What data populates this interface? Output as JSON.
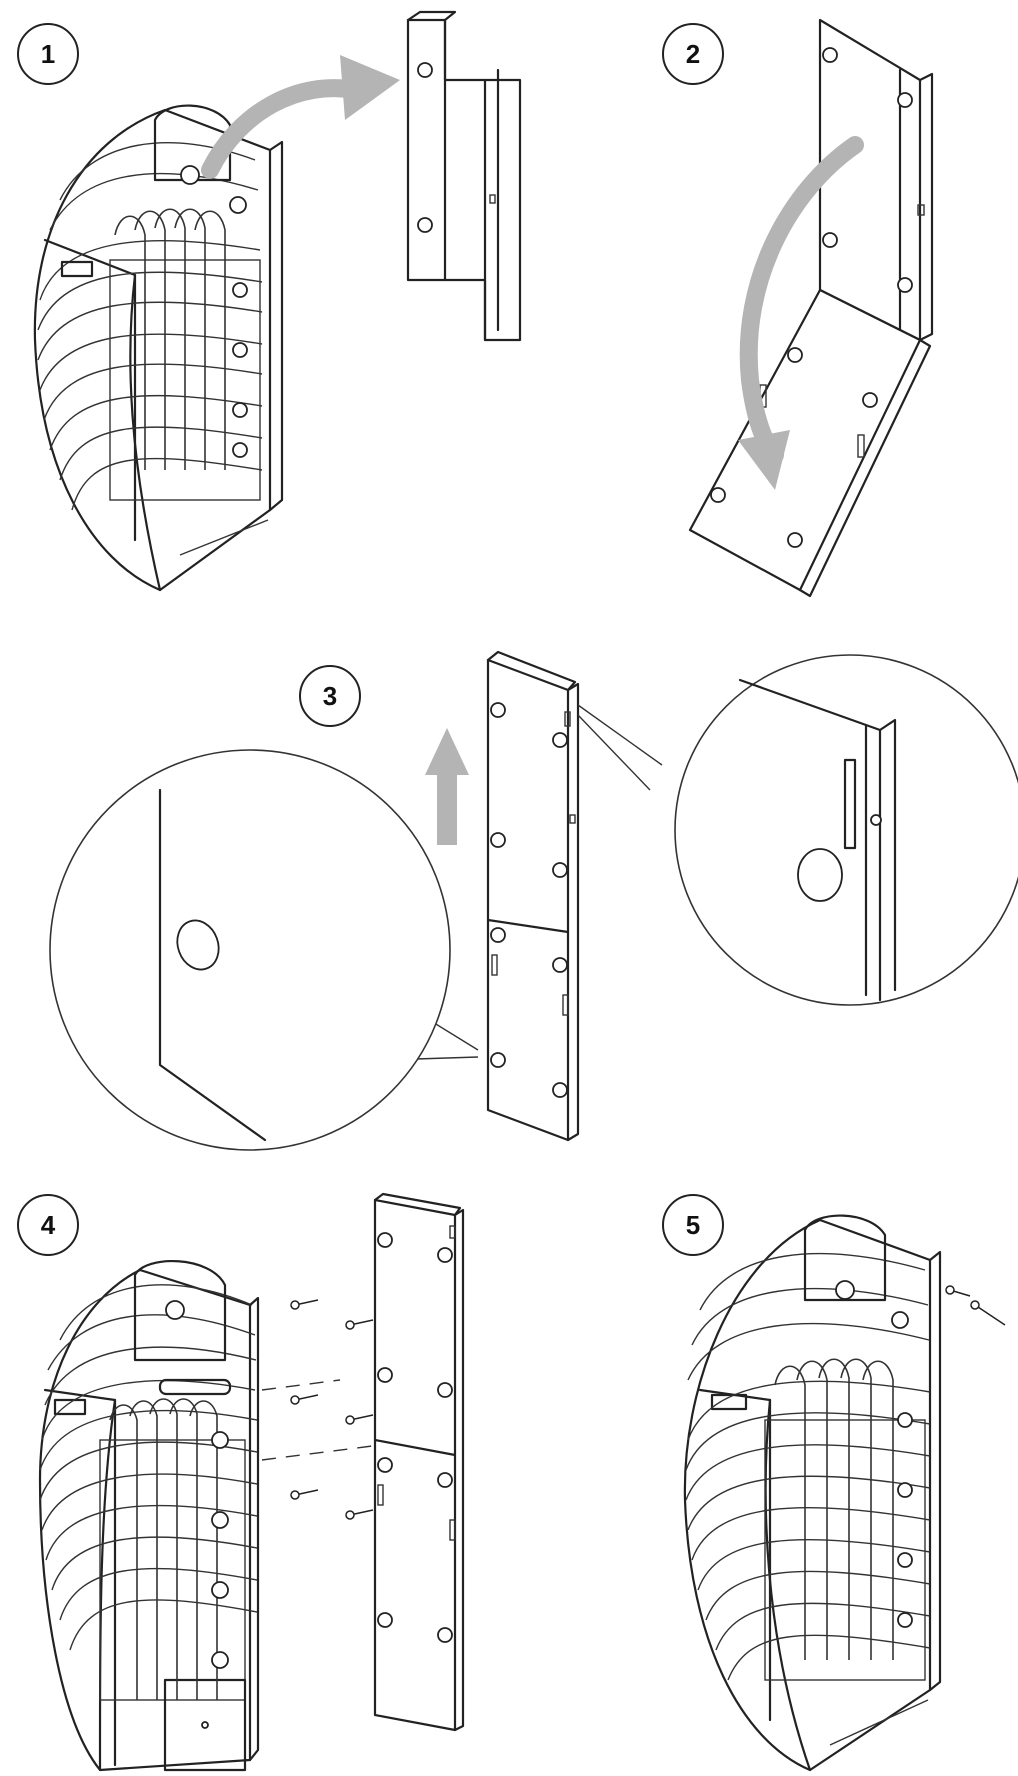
{
  "steps": [
    {
      "id": 1,
      "label": "1"
    },
    {
      "id": 2,
      "label": "2"
    },
    {
      "id": 3,
      "label": "3"
    },
    {
      "id": 4,
      "label": "4"
    },
    {
      "id": 5,
      "label": "5"
    }
  ],
  "colors": {
    "line": "#222222",
    "arrow": "#b4b4b4",
    "background": "#ffffff"
  },
  "icons": {
    "step_badge": "circle-number-badge",
    "direction": "curved-arrow",
    "up": "up-arrow",
    "zoom": "magnifier-callout",
    "fastener": "screw"
  }
}
